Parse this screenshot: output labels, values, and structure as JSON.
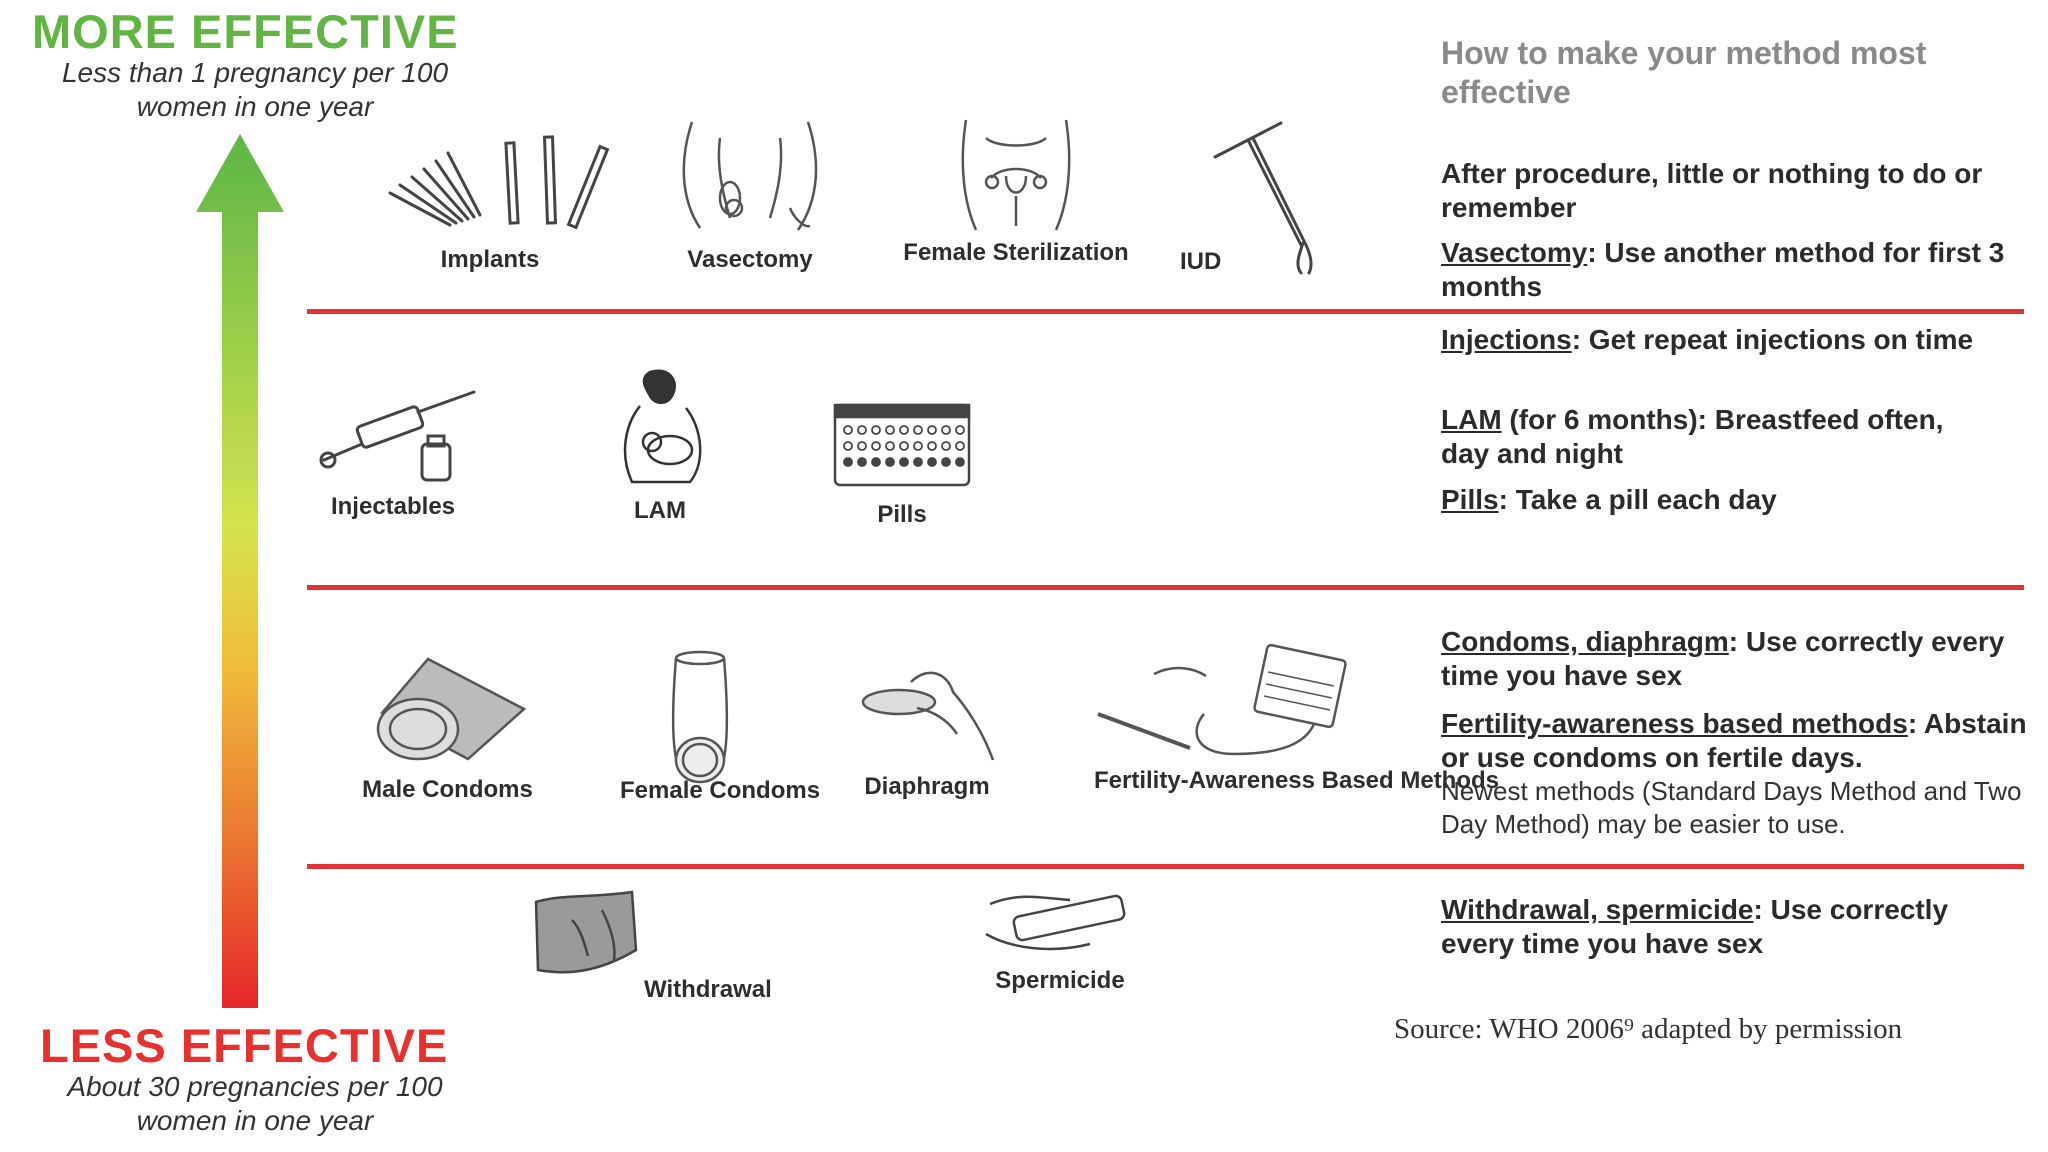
{
  "scale": {
    "more_title": "MORE EFFECTIVE",
    "more_sub": "Less than 1 pregnancy per 100 women in one year",
    "less_title": "LESS EFFECTIVE",
    "less_sub": "About 30 pregnancies per 100 women in one year"
  },
  "tiers": [
    {
      "methods": [
        "Implants",
        "Vasectomy",
        "Female Sterilization",
        "IUD"
      ],
      "tips": [
        {
          "head": "",
          "text": "After procedure, little or nothing to do or remember",
          "extra": ""
        },
        {
          "head": "Vasectomy",
          "text": ": Use another method for first 3 months",
          "extra": ""
        }
      ]
    },
    {
      "methods": [
        "Injectables",
        "LAM",
        "Pills"
      ],
      "tips": [
        {
          "head": "Injections",
          "text": ": Get repeat injections on time",
          "extra": ""
        },
        {
          "head": "LAM",
          "text": " (for 6 months): Breastfeed often, day and night",
          "extra": ""
        },
        {
          "head": "Pills",
          "text": ": Take a pill each day",
          "extra": ""
        }
      ]
    },
    {
      "methods": [
        "Male Condoms",
        "Female Condoms",
        "Diaphragm",
        "Fertility-Awareness Based Methods"
      ],
      "tips": [
        {
          "head": "Condoms, diaphragm",
          "text": ": Use correctly every time you have sex",
          "extra": ""
        },
        {
          "head": "Fertility-awareness based methods",
          "text": ": Abstain or use condoms on fertile days.",
          "extra": "Newest methods (Standard Days Method and Two Day Method) may be easier to use."
        }
      ]
    },
    {
      "methods": [
        "Withdrawal",
        "Spermicide"
      ],
      "tips": [
        {
          "head": "Withdrawal, spermicide",
          "text": ": Use correctly every time you have sex",
          "extra": ""
        }
      ]
    }
  ],
  "right_header": "How to make your method most effective",
  "source": "Source: WHO 2006⁹ adapted by permission",
  "colors": {
    "more": "#62b443",
    "less": "#e8302f",
    "separator": "#e03437",
    "header_gray": "#8a8a8a"
  }
}
